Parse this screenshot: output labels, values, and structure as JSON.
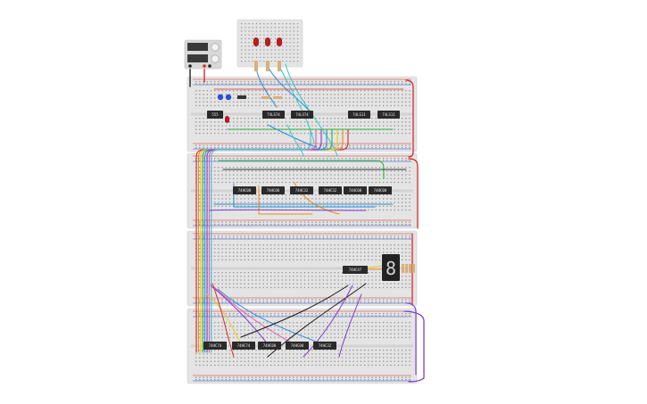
{
  "canvas": {
    "background": "#ffffff"
  },
  "colors": {
    "board": "#e4e4e4",
    "board_edge": "#cfcfcf",
    "rail_red": "#d42a2a",
    "rail_blue": "#2a4fd4",
    "chip": "#2a2a2a",
    "led_red": "#b81d1d",
    "display_body": "#222222",
    "wire_palette": [
      "#d42a2a",
      "#f08a1c",
      "#e8cf1e",
      "#2fb53c",
      "#2a8fd8",
      "#7a3fc8",
      "#e05cb0",
      "#35c7c7",
      "#1a1a1a",
      "#8a8a8a"
    ]
  },
  "components": {
    "power_supply": {
      "name": "power-supply",
      "knobs": 2,
      "displays": 2
    },
    "led_board": {
      "leds": 3,
      "led_color": "red"
    },
    "chips_row1": [
      "555",
      "74LS74",
      "74LS74",
      "74LS11",
      "74LS11"
    ],
    "chips_row2": [
      "74HC08",
      "74HC08",
      "74HC32",
      "74HC32",
      "74HC08",
      "74HC08"
    ],
    "driver_chip": "74HC47",
    "seven_segment": {
      "digit": "8"
    },
    "chips_row4": [
      "74HC74",
      "74HC74",
      "74HC08",
      "74HC08",
      "74HC32"
    ]
  }
}
